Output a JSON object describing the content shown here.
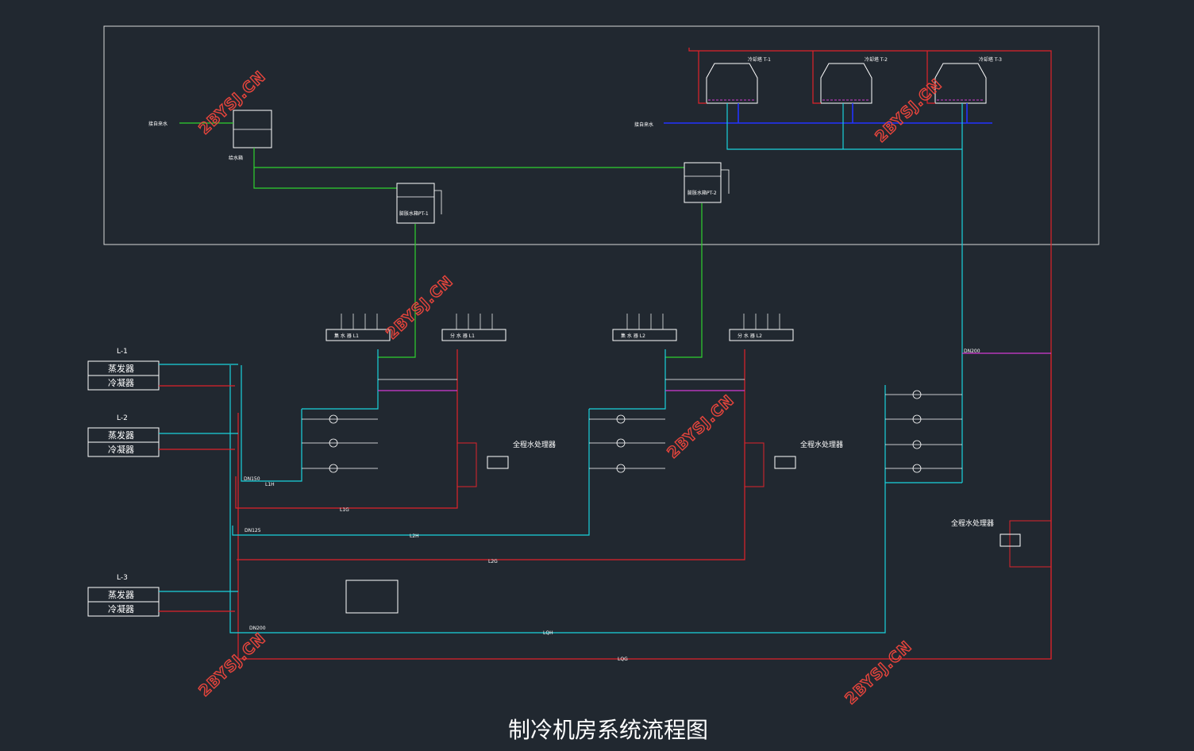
{
  "title": "制冷机房系统流程图",
  "watermark": "2BYSJ.CN",
  "colors": {
    "background": "#212830",
    "chilled_supply": "#19d3dc",
    "return_red": "#e0232b",
    "makeup_green": "#2fd12f",
    "cooling_blue": "#2233ff",
    "bypass_magenta": "#d23ad2",
    "frame": "#d8d8d8",
    "watermark": "#e8453c"
  },
  "tank": {
    "label": "给水箱",
    "inlet": "接自来水"
  },
  "expansion_tanks": [
    "膨胀水箱PT-1",
    "膨胀水箱PT-2"
  ],
  "cooling_towers": [
    "冷却塔 T-1",
    "冷却塔 T-2",
    "冷却塔 T-3"
  ],
  "tower_inlet": "接自来水",
  "chillers": [
    {
      "id": "L-1",
      "evaporator": "蒸发器",
      "condenser": "冷凝器"
    },
    {
      "id": "L-2",
      "evaporator": "蒸发器",
      "condenser": "冷凝器"
    },
    {
      "id": "L-3",
      "evaporator": "蒸发器",
      "condenser": "冷凝器"
    }
  ],
  "headers": [
    {
      "label": "集 水 器 L1"
    },
    {
      "label": "分 水 器 L1"
    },
    {
      "label": "集 水 器 L2"
    },
    {
      "label": "分 水 器 L2"
    }
  ],
  "water_treatment": [
    "全程水处理器",
    "全程水处理器",
    "全程水处理器"
  ],
  "pipe_labels": {
    "l1h": "L1H",
    "l1g": "L1G",
    "l2h": "L2H",
    "l2g": "L2G",
    "lqh": "LQH",
    "lqg": "LQG",
    "dn200a": "DN200",
    "dn200b": "DN200",
    "dn150": "DN150",
    "dn125": "DN125"
  }
}
